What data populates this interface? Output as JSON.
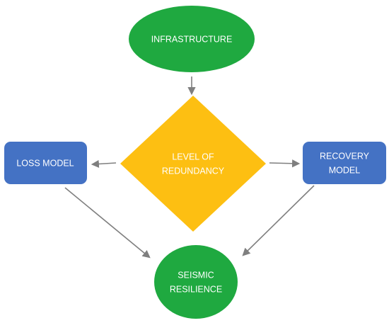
{
  "nodes": {
    "infrastructure": {
      "label": "INFRASTRUCTURE",
      "color": "#1fa940"
    },
    "redundancy": {
      "line1": "LEVEL OF",
      "line2": "REDUNDANCY",
      "color": "#fdbf12"
    },
    "loss_model": {
      "label": "LOSS MODEL",
      "color": "#4472c4"
    },
    "recovery_model": {
      "line1": "RECOVERY",
      "line2": "MODEL",
      "color": "#4472c4"
    },
    "seismic_resilience": {
      "line1": "SEISMIC",
      "line2": "RESILIENCE",
      "color": "#1fa940"
    }
  },
  "edge_color": "#7f7f7f"
}
